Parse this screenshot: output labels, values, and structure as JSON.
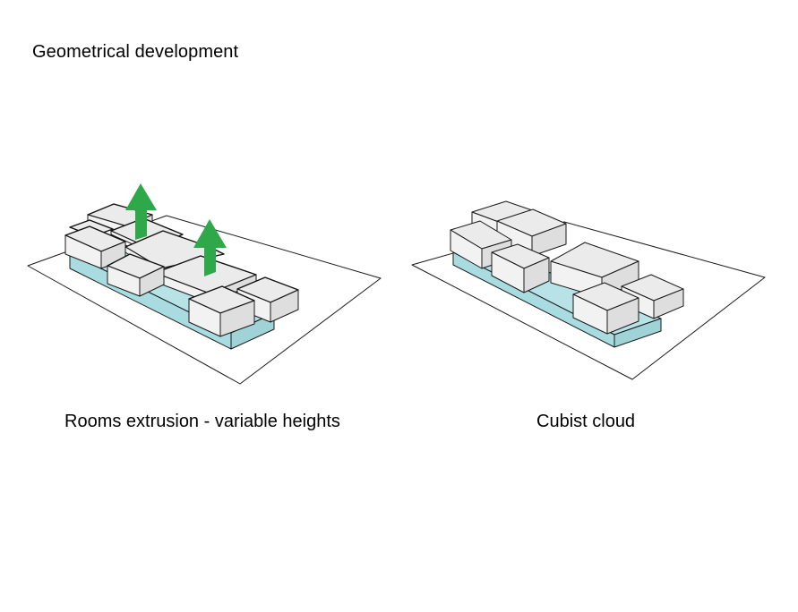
{
  "title": "Geometrical development",
  "panels": [
    {
      "caption": "Rooms extrusion - variable heights"
    },
    {
      "caption": "Cubist cloud"
    }
  ],
  "colors": {
    "arrow": "#2fa84a",
    "base": "#a9dce0",
    "box_top": "#ebebeb",
    "box_side_light": "#f2f2f2",
    "box_side_dark": "#dedede"
  }
}
